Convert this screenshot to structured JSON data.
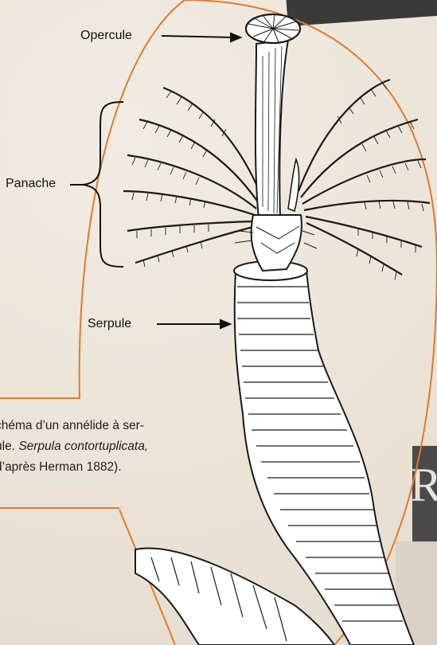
{
  "labels": {
    "opercule": "Opercule",
    "panache": "Panache",
    "serpule": "Serpule"
  },
  "caption": {
    "line1": "chéma d’un annélide à ser-",
    "line2_prefix": "ule. ",
    "line2_species": "Serpula contortuplicata,",
    "line3": "d’après Herman 1882)."
  },
  "decor": {
    "side_letter": "R"
  },
  "colors": {
    "outline": "#e07a2a",
    "ink": "#1a1a1a",
    "page": "#ede7dc",
    "dark_band": "#3a3a3a"
  }
}
